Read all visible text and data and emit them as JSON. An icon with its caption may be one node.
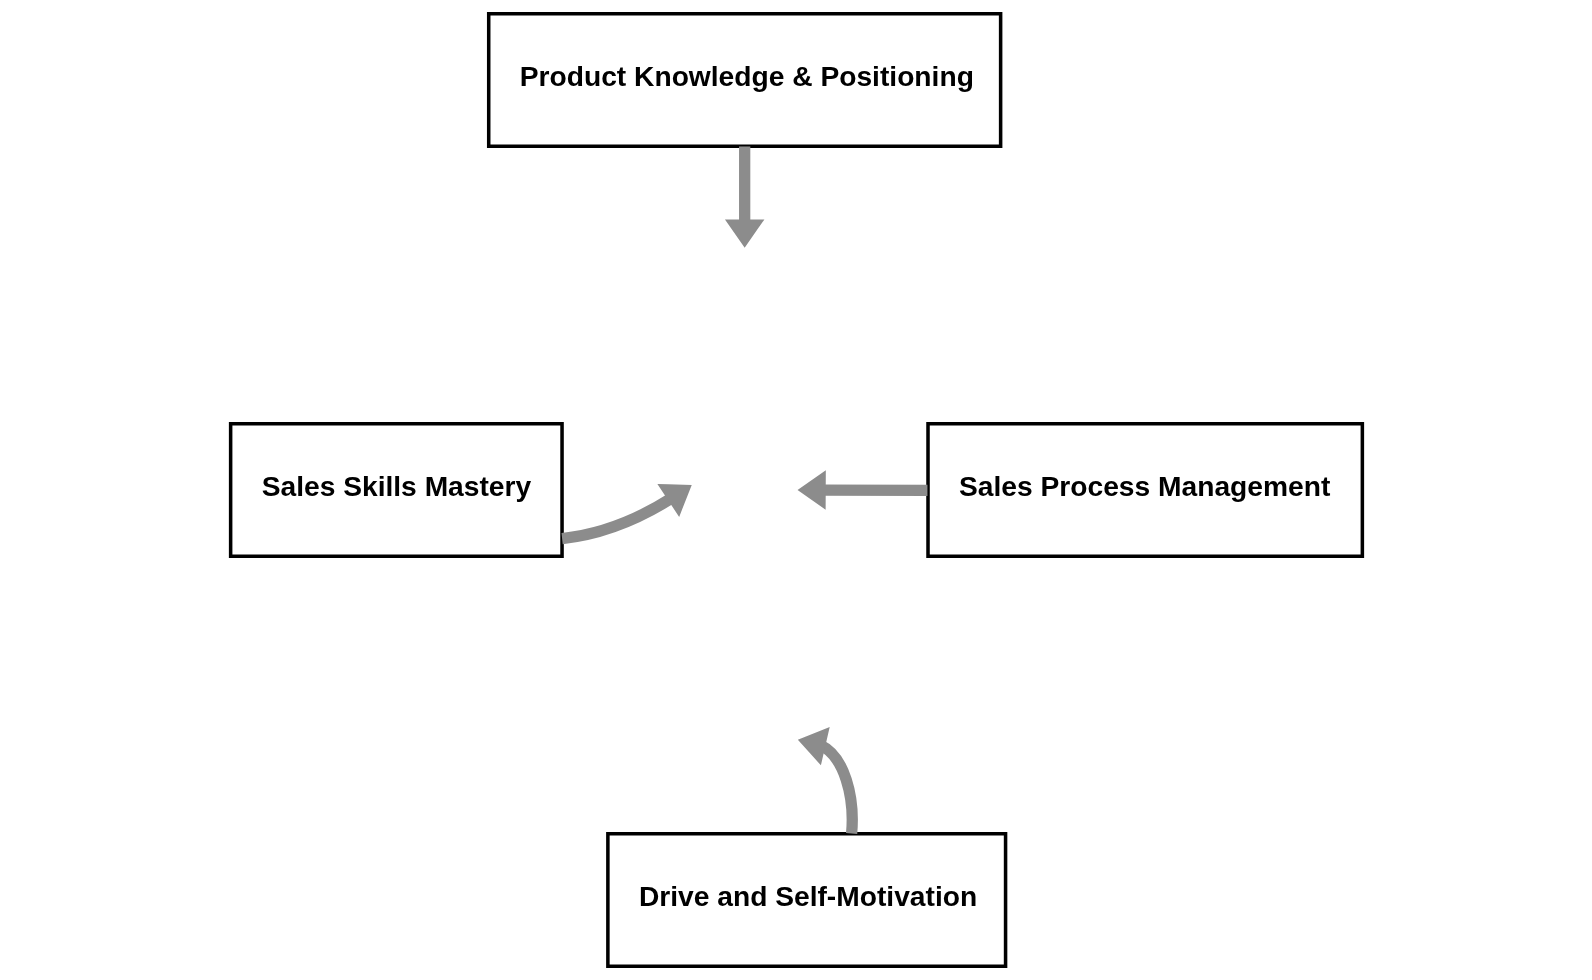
{
  "diagram": {
    "nodes": [
      {
        "text": [
          "Product Knowledge & Positioning"
        ]
      },
      {
        "text": [
          "Sales Skills Mastery"
        ]
      },
      {
        "text": [
          "Sales Process Management"
        ]
      },
      {
        "text": [
          "Drive and Self-Motivation"
        ]
      }
    ],
    "edges": [
      {
        "from": 0,
        "to": null,
        "arrow": "to"
      },
      {
        "from": 1,
        "to": null,
        "arrow": "to"
      },
      {
        "from": 2,
        "to": null,
        "arrow": "to"
      },
      {
        "from": 3,
        "to": null,
        "arrow": "to"
      }
    ]
  }
}
